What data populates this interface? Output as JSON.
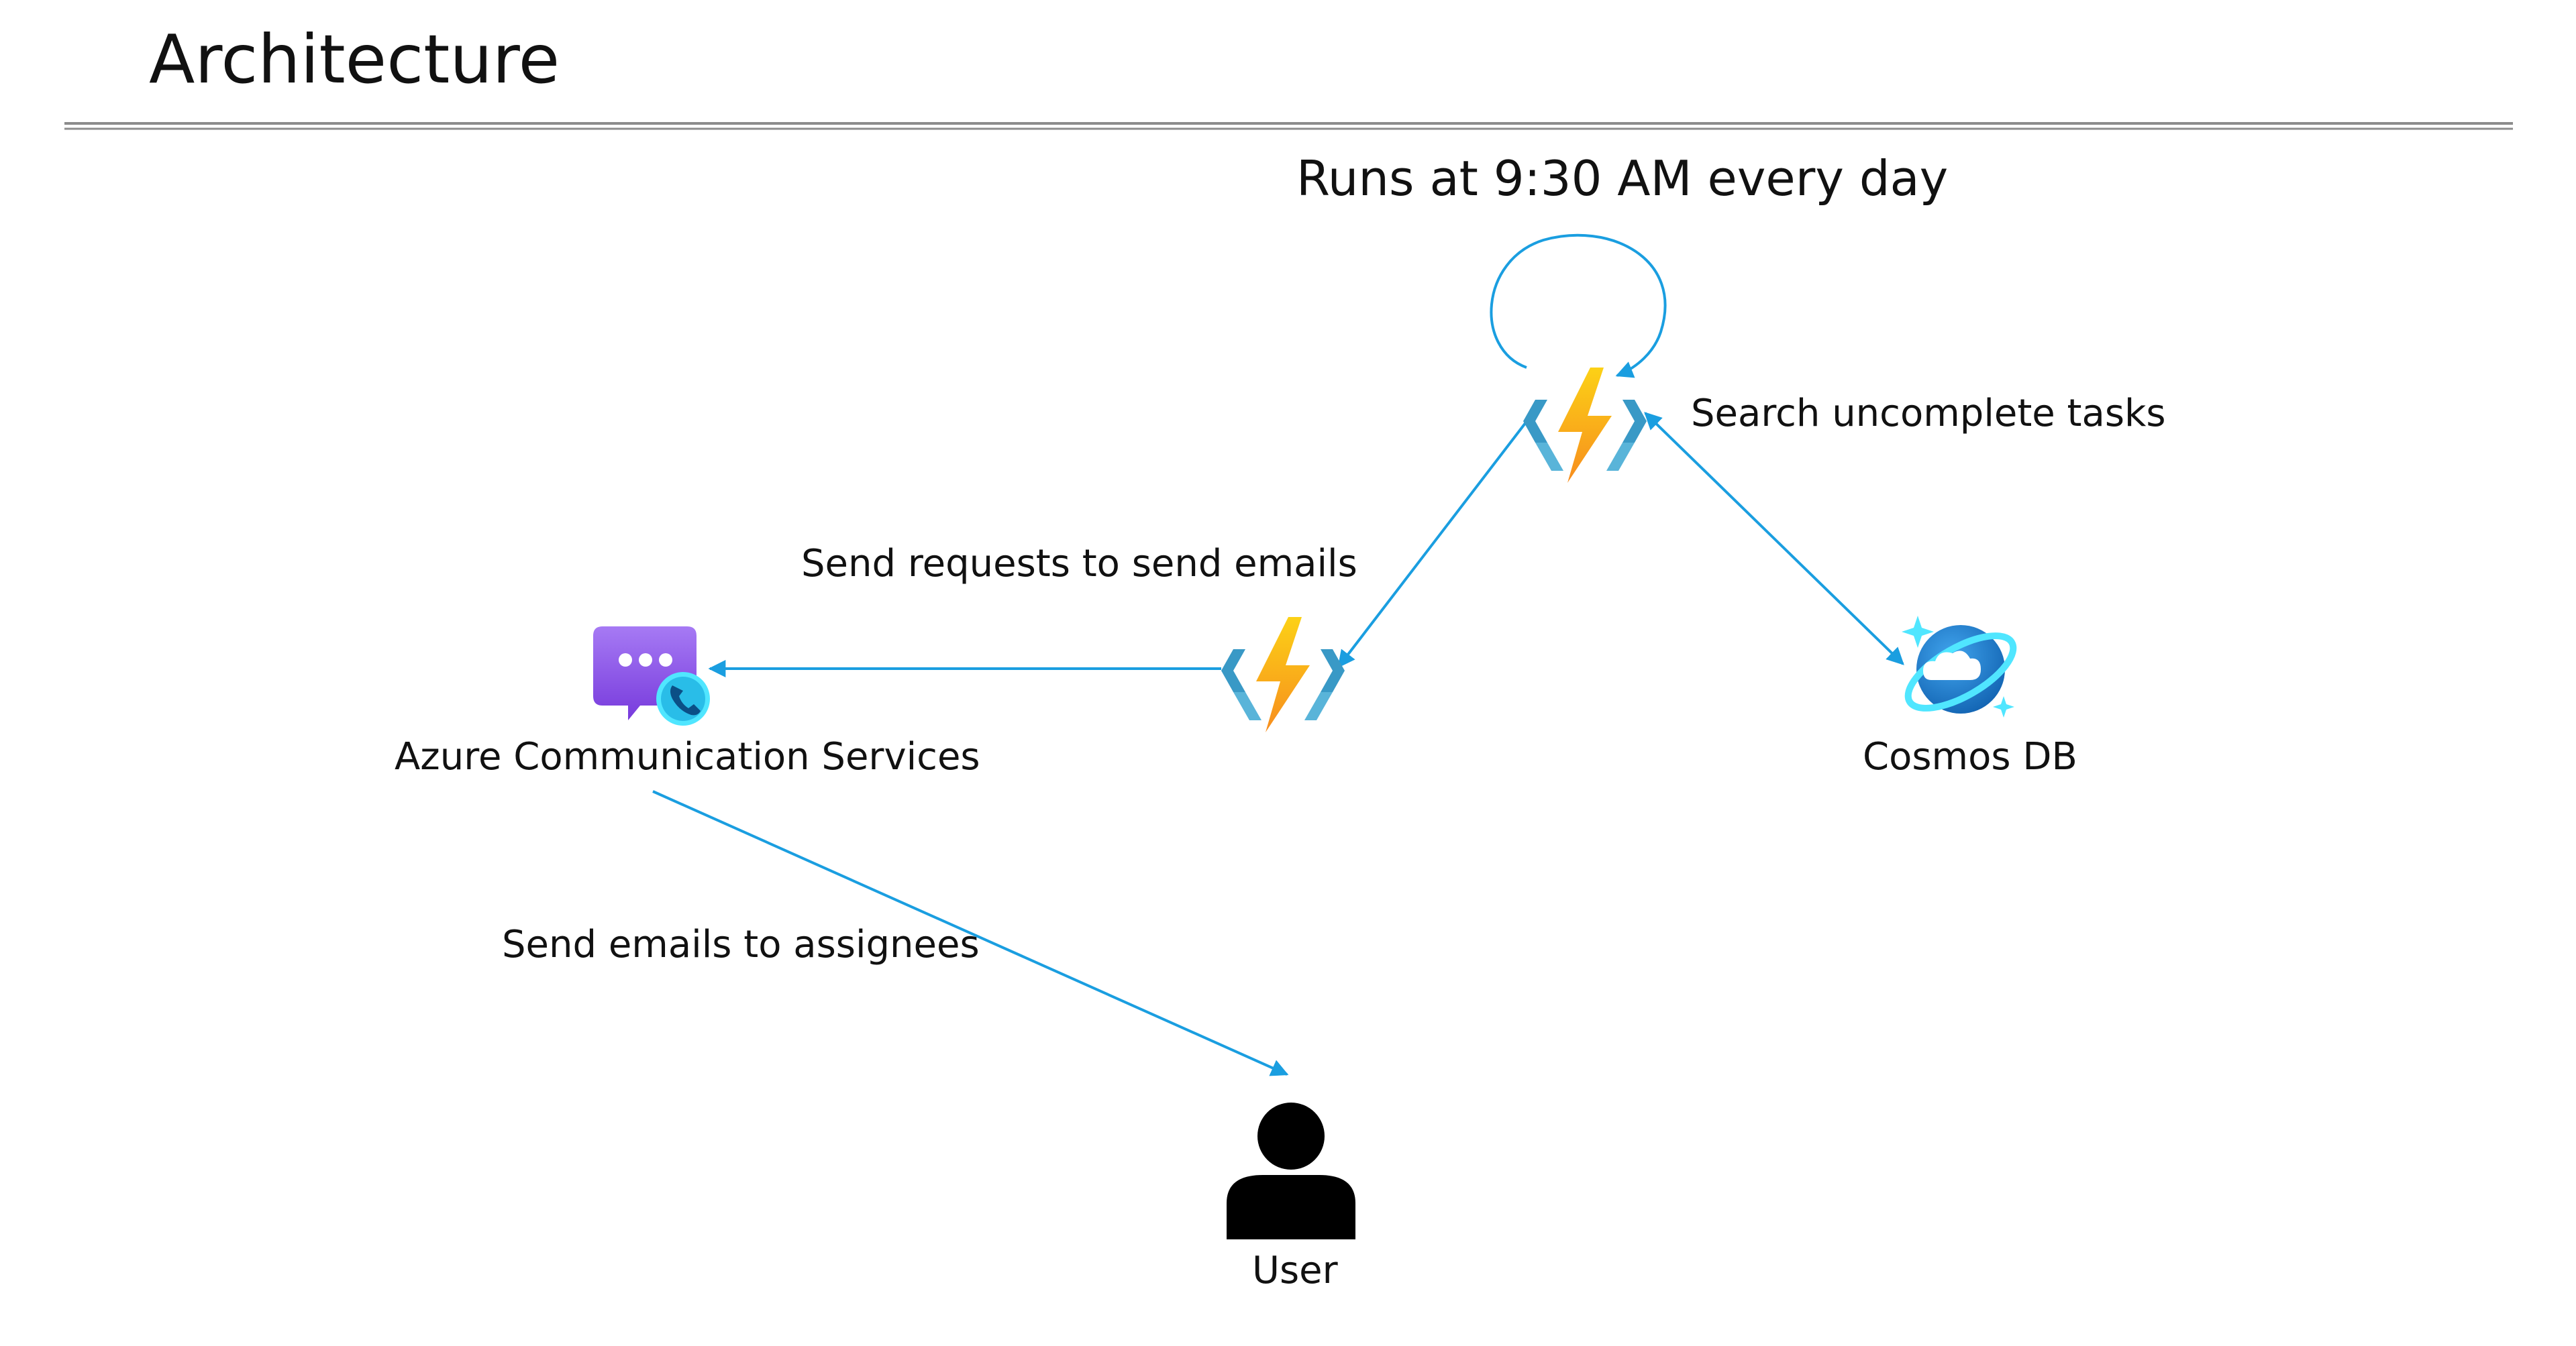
{
  "page": {
    "title": "Architecture"
  },
  "diagram": {
    "trigger_caption": "Runs at 9:30 AM every day",
    "search_caption": "Search uncomplete tasks",
    "send_requests_caption": "Send requests to send emails",
    "send_emails_caption": "Send emails to assignees",
    "nodes": {
      "communication_services": "Azure Communication Services",
      "cosmos_db": "Cosmos DB",
      "user": "User"
    },
    "icons": {
      "timer_function": "azure-functions-icon",
      "sender_function": "azure-functions-icon",
      "communication_services": "azure-communication-services-icon",
      "cosmos_db": "cosmos-db-icon",
      "user": "user-icon"
    },
    "colors": {
      "connector": "#1a9ee0",
      "function_bolt_top": "#fcd116",
      "function_bolt_bottom": "#f78d1e",
      "function_bracket": "#3999c6",
      "function_bracket_light": "#59b4d9",
      "communication_purple": "#8a53d8",
      "cosmos_blue": "#1b75bb",
      "divider": "#999999"
    }
  }
}
